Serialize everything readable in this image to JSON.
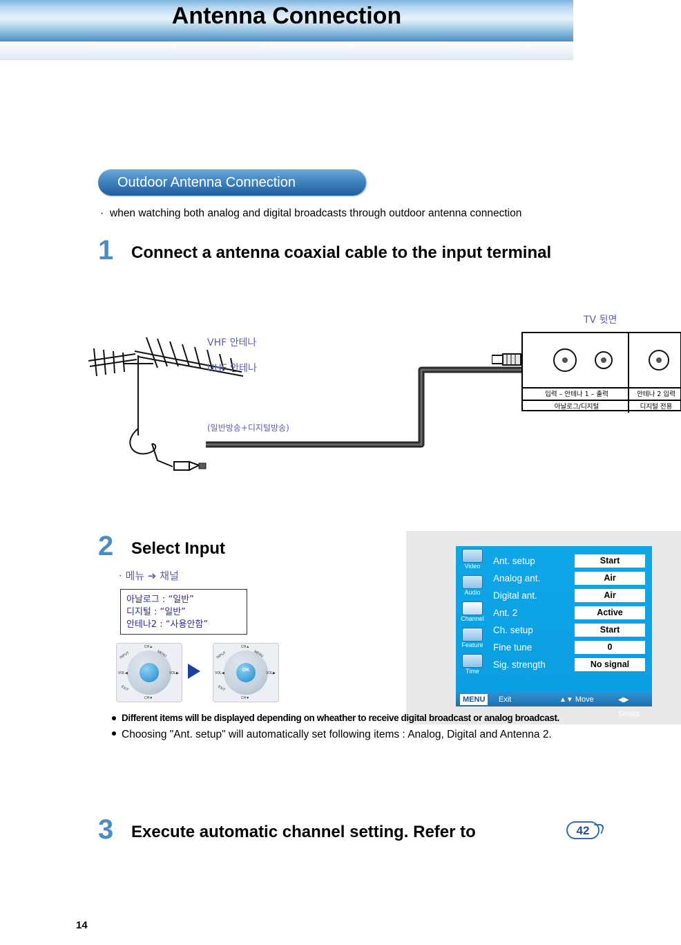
{
  "header": {
    "title": "Antenna Connection"
  },
  "section": {
    "pill_label": "Outdoor Antenna Connection"
  },
  "intro": {
    "bullet": "when watching both analog and digital broadcasts through outdoor antenna connection"
  },
  "steps": [
    {
      "num": "1",
      "text": "Connect a antenna coaxial cable to the input terminal"
    },
    {
      "num": "2",
      "text": "Select Input"
    },
    {
      "num": "3",
      "text": "Execute automatic channel setting. Refer to"
    }
  ],
  "diagram": {
    "tv_back_label": "TV 뒷면",
    "vhf_label": "VHF 안테나",
    "uhf_label": "UHF 안테나",
    "broadcast_label": "(일반방송+디지털방송)",
    "terminal_left_line1": "입력 – 안테나 1 – 출력",
    "terminal_left_line2": "아날로그/디지털",
    "terminal_right_line1": "안테나 2  입력",
    "terminal_right_line2": "디지털 전용"
  },
  "menu_path": {
    "text": "메뉴  ➜  채널"
  },
  "korean_box": {
    "lines": [
      "아날로그  :  “일반”",
      "디지털      :  “일반”",
      "안테나2   :  “사용안함”"
    ]
  },
  "remote": {
    "left_labels": [
      "CH▲",
      "CH▼",
      "VOL◀",
      "VOL▶",
      "MENU",
      "EXIT",
      "INPUT"
    ],
    "right_labels": [
      "CH▲",
      "CH▼",
      "VOL◀",
      "VOL▶",
      "MENU",
      "EXIT",
      "INPUT"
    ],
    "ok_label": "OK"
  },
  "osd": {
    "sidebar": [
      {
        "label": "Video",
        "icon": "video-icon",
        "active": false
      },
      {
        "label": "Audio",
        "icon": "audio-icon",
        "active": false
      },
      {
        "label": "Channel",
        "icon": "channel-icon",
        "active": true
      },
      {
        "label": "Feature",
        "icon": "feature-icon",
        "active": false
      },
      {
        "label": "Time",
        "icon": "clock-icon",
        "active": false
      }
    ],
    "rows": [
      {
        "label": "Ant. setup",
        "value": "Start"
      },
      {
        "label": "Analog ant.",
        "value": "Air"
      },
      {
        "label": "Digital ant.",
        "value": "Air"
      },
      {
        "label": "Ant. 2",
        "value": "Active"
      },
      {
        "label": "Ch. setup",
        "value": "Start"
      },
      {
        "label": "Fine tune",
        "value": "0"
      },
      {
        "label": "Sig. strength",
        "value": "No signal"
      }
    ],
    "footer": {
      "menu_tag": "MENU",
      "exit": "Exit",
      "move": "Move",
      "select": "Select",
      "move_glyph": "▲▼",
      "select_glyph": "◀▶"
    },
    "accent_color": "#0ba2e5",
    "value_bg": "#ffffff"
  },
  "notes": [
    "Different items will be displayed depending on wheather to receive digital broadcast or analog broadcast.",
    "Choosing \"Ant. setup\" will automatically set following items : Analog, Digital and Antenna 2."
  ],
  "page_ref": {
    "value": "42"
  },
  "folio": {
    "page": "14"
  }
}
